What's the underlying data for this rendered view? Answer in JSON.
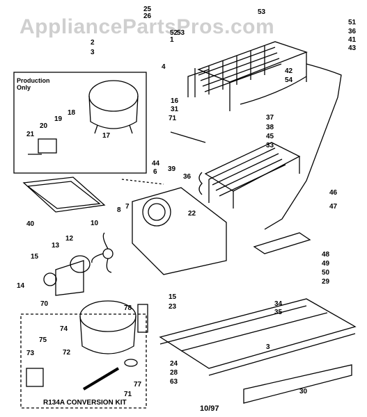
{
  "watermark": "AppliancePartsPros.com",
  "production_box_label": "Production Only",
  "kit_label": "R134A CONVERSION KIT",
  "date_code": "10/97",
  "callouts": [
    "25",
    "26",
    "53",
    "52",
    "1",
    "2",
    "3",
    "4",
    "53",
    "51",
    "36",
    "41",
    "43",
    "42",
    "54",
    "16",
    "31",
    "71",
    "37",
    "38",
    "45",
    "33",
    "18",
    "19",
    "17",
    "20",
    "21",
    "6",
    "44",
    "39",
    "36",
    "7",
    "8",
    "22",
    "40",
    "46",
    "47",
    "10",
    "12",
    "13",
    "15",
    "14",
    "48",
    "49",
    "50",
    "29",
    "15",
    "23",
    "34",
    "35",
    "70",
    "78",
    "74",
    "75",
    "72",
    "73",
    "71",
    "77",
    "3",
    "24",
    "28",
    "63",
    "30"
  ]
}
